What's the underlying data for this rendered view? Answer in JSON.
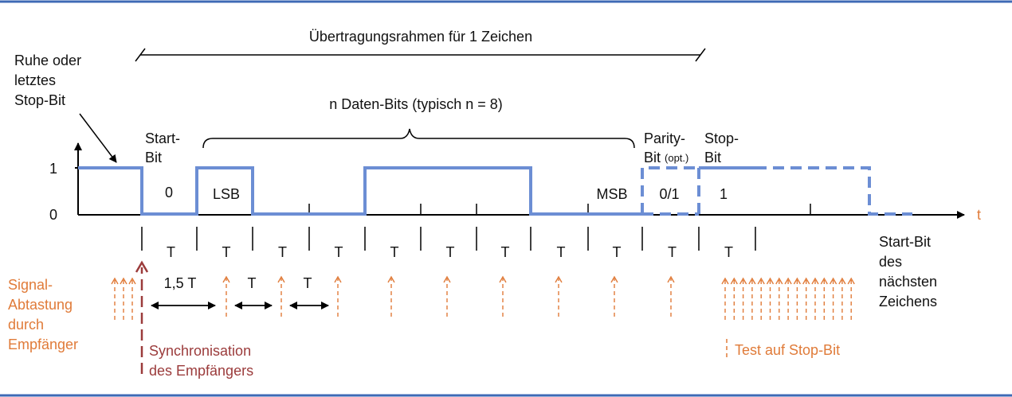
{
  "colors": {
    "signal": "#6C8ED4",
    "axis": "#000000",
    "sample": "#E07B39",
    "sync": "#9B3B3B",
    "border": "#3F6AB5"
  },
  "labels": {
    "frame": "Übertragungsrahmen für 1 Zeichen",
    "idle": [
      "Ruhe oder",
      "letztes",
      "Stop-Bit"
    ],
    "data_bits": "n Daten-Bits (typisch  n = 8)",
    "start_bit": [
      "Start-",
      "Bit"
    ],
    "parity": [
      "Parity-",
      "Bit "
    ],
    "parity_opt": "(opt.)",
    "stop_bit": [
      "Stop-",
      "Bit"
    ],
    "level_high": "1",
    "level_low": "0",
    "axis_t": "t",
    "bit_0": "0",
    "lsb": "LSB",
    "msb": "MSB",
    "parity_val": "0/1",
    "stop_val": "1",
    "period": "T",
    "interval_first": "1,5 T",
    "interval": "T",
    "next_start": [
      "Start-Bit",
      "des",
      "nächsten",
      "Zeichens"
    ],
    "sampling": [
      "Signal-",
      "Abtastung",
      "durch",
      "Empfänger"
    ],
    "sync": [
      "Synchronisation",
      "des Empfängers"
    ],
    "stop_test": "Test auf Stop-Bit"
  }
}
